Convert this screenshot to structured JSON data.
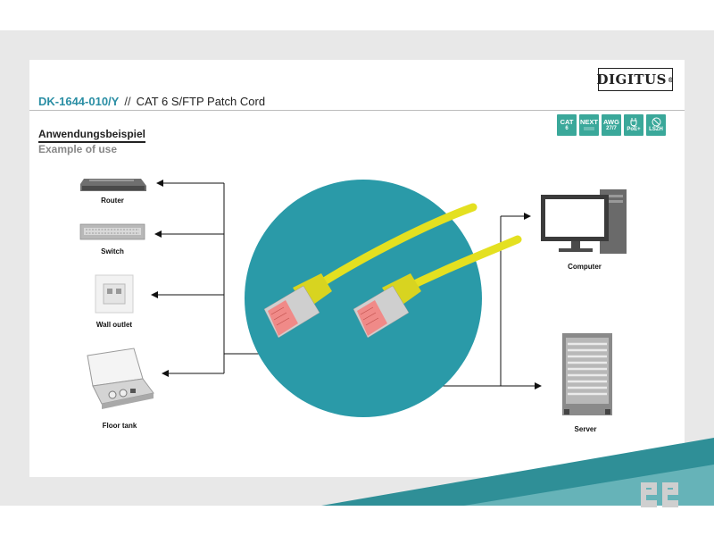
{
  "brand": {
    "name": "DIGITUS",
    "reg": "®"
  },
  "header": {
    "part_number": "DK-1644-010/Y",
    "separator": "//",
    "product": "CAT 6 S/FTP Patch Cord"
  },
  "section": {
    "title_de": "Anwendungsbeispiel",
    "title_en": "Example of use"
  },
  "badges": [
    {
      "top": "CAT",
      "mid": "6",
      "bot": ""
    },
    {
      "top": "NEXT",
      "mid": "",
      "bot": ""
    },
    {
      "top": "AWG",
      "mid": "27/7",
      "bot": ""
    },
    {
      "top": "",
      "mid": "",
      "bot": "PoE+"
    },
    {
      "top": "",
      "mid": "",
      "bot": "LSZH"
    }
  ],
  "devices": {
    "router": "Router",
    "switch": "Switch",
    "wall_outlet": "Wall outlet",
    "floor_tank": "Floor tank",
    "computer": "Computer",
    "server": "Server"
  },
  "colors": {
    "accent": "#2a8ea4",
    "teal_circle": "#2a9aa8",
    "cable": "#e4e020",
    "connector_pink": "#f08a88",
    "badge": "#3aa89a"
  }
}
